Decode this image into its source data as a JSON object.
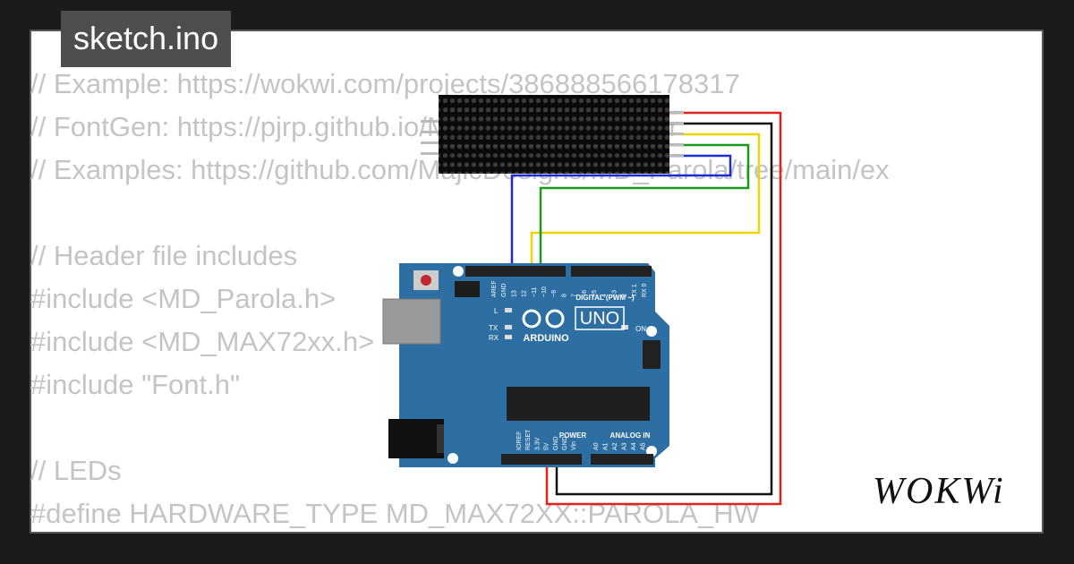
{
  "title": "sketch.ino",
  "brand": "WOKWi",
  "code_lines": [
    "// Example: https://wokwi.com/projects/386888566178317",
    "// FontGen: https://pjrp.github.io/MDParolaFontEditor",
    "// Examples: https://github.com/MajicDesigns/MD_Parola/tree/main/ex",
    "",
    "// Header file includes",
    "#include <MD_Parola.h>",
    "#include <MD_MAX72xx.h>",
    "#include \"Font.h\"",
    "",
    "// LEDs",
    "#define HARDWARE_TYPE MD_MAX72XX::PAROLA_HW"
  ],
  "board": {
    "model": "UNO",
    "brand": "ARDUINO",
    "digital_label": "DIGITAL (PWM ~)",
    "power_label": "POWER",
    "analog_label": "ANALOG IN",
    "on_label": "ON",
    "l_label": "L",
    "tx_label": "TX",
    "rx_label": "RX",
    "top_pins": [
      "AREF",
      "GND",
      "13",
      "12",
      "~11",
      "~10",
      "~9",
      "8",
      "7",
      "~6",
      "~5",
      "4",
      "~3",
      "2",
      "TX 1",
      "RX 0"
    ],
    "power_pins": [
      "IOREF",
      "RESET",
      "3.3V",
      "5V",
      "GND",
      "GND",
      "Vin"
    ],
    "analog_pins": [
      "A0",
      "A1",
      "A2",
      "A3",
      "A4",
      "A5"
    ]
  },
  "wire_colors": {
    "red": "#e3221c",
    "black": "#111111",
    "yellow": "#f2d400",
    "green": "#1a9a1a",
    "blue": "#1b2bd6"
  },
  "colors": {
    "board": "#2e6fa3",
    "background": "#1b1b1b",
    "badge": "#4e4e4e",
    "code_text": "#c4c4c4"
  }
}
